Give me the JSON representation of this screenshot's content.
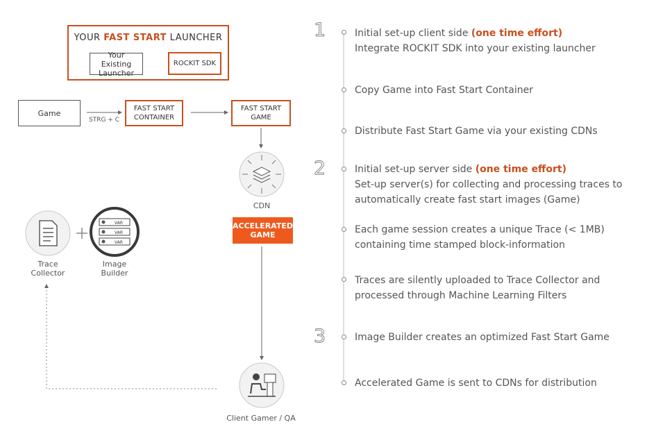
{
  "launcher": {
    "title_prefix": "YOUR",
    "title_highlight": "FAST START",
    "title_suffix": "LAUNCHER",
    "existing_launcher": "Your Existing Launcher",
    "sdk": "ROCKIT SDK"
  },
  "pipeline": {
    "game": "Game",
    "shortcut": "STRG + C",
    "container": "FAST START CONTAINER",
    "fast_start_game": "FAST START GAME",
    "cdn": "CDN",
    "accelerated_game": "ACCELERATED GAME",
    "trace_collector": "Trace Collector",
    "image_builder": "Image Builder",
    "client": "Client Gamer / QA",
    "server_tag": "VAR"
  },
  "phases": [
    "1",
    "2",
    "3"
  ],
  "steps": [
    {
      "line1": "Initial set-up client side",
      "emphasis": "(one time effort)",
      "line2": "Integrate ROCKIT SDK into your existing launcher"
    },
    {
      "line1": "Copy Game into Fast Start Container"
    },
    {
      "line1": "Distribute Fast Start Game via your existing CDNs"
    },
    {
      "line1": "Initial set-up server side",
      "emphasis": "(one time effort)",
      "line2": "Set-up server(s) for collecting and processing traces to",
      "line3": "automatically create fast start images (Game)"
    },
    {
      "line1": "Each game session creates a unique Trace (< 1MB)",
      "line2": "containing time stamped block-information"
    },
    {
      "line1": "Traces are silently uploaded to Trace Collector and",
      "line2": "processed through Machine Learning Filters"
    },
    {
      "line1": "Image Builder creates an optimized Fast Start Game"
    },
    {
      "line1": "Accelerated Game is sent to CDNs for distribution"
    }
  ]
}
